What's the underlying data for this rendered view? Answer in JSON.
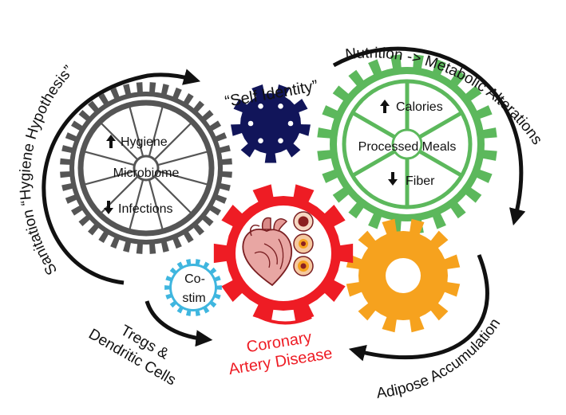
{
  "labels": {
    "hygiene_hypothesis": "Sanitation “Hygiene Hypothesis”",
    "self_identity": "“Self Identity”",
    "nutrition": "Nutrition -> Metabolic Alterations",
    "adipose": "Adipose Accumulation",
    "tregs_line1": "Tregs &",
    "tregs_line2": "Dendritic Cells",
    "cad_line1": "Coronary",
    "cad_line2": "Artery Disease"
  },
  "microbiome_gear": {
    "up_label": "Hygiene",
    "center_label": "Microbiome",
    "down_label": "Infections",
    "color": "#555555"
  },
  "nutrition_gear": {
    "up_label": "Calories",
    "center_label": "Processed Meals",
    "down_label": "Fiber",
    "color": "#5cb85c"
  },
  "costim_gear": {
    "line1": "Co-",
    "line2": "stim",
    "color": "#3fb6df"
  },
  "colors": {
    "self_identity_gear": "#11155a",
    "heart_gear": "#ee1c24",
    "adipose_gear": "#f6a21e",
    "arrow": "#111111",
    "cad_text": "#ee1c24"
  },
  "icons": [
    "heart-icon",
    "arrow-up-icon",
    "arrow-down-icon",
    "cell-icon"
  ]
}
